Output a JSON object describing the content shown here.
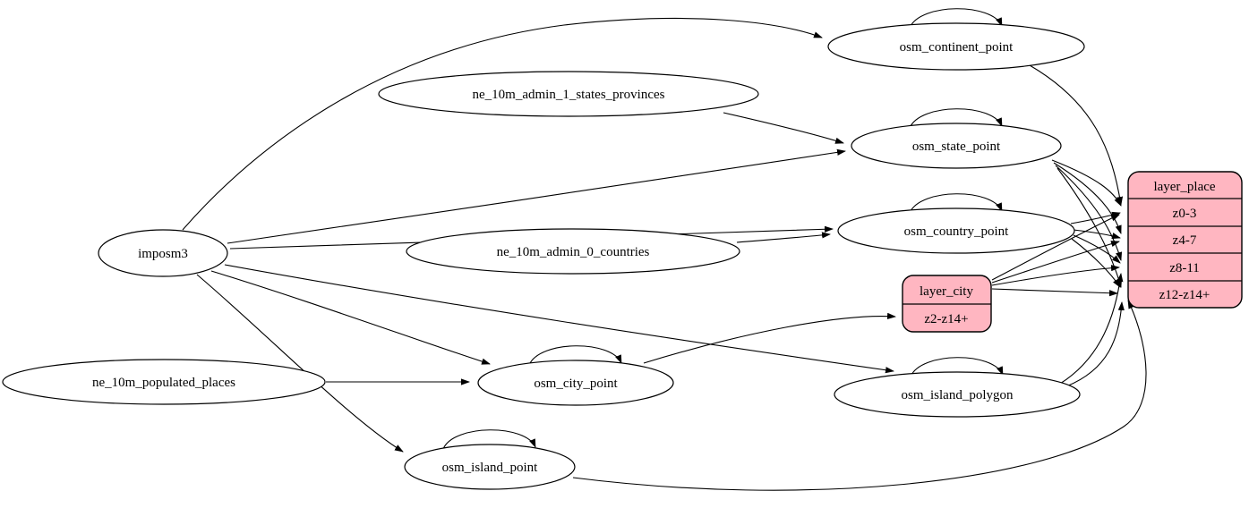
{
  "diagram": {
    "kind": "etl-graph",
    "direction": "left-to-right"
  },
  "colors": {
    "background": "#ffffff",
    "node_fill": "#ffffff",
    "node_border": "#000000",
    "record_fill": "#ffb6c1",
    "edge": "#000000"
  },
  "nodes": {
    "imposm3": {
      "label": "imposm3"
    },
    "ne_10m_admin_1_states_provinces": {
      "label": "ne_10m_admin_1_states_provinces"
    },
    "ne_10m_admin_0_countries": {
      "label": "ne_10m_admin_0_countries"
    },
    "ne_10m_populated_places": {
      "label": "ne_10m_populated_places"
    },
    "osm_continent_point": {
      "label": "osm_continent_point"
    },
    "osm_state_point": {
      "label": "osm_state_point"
    },
    "osm_country_point": {
      "label": "osm_country_point"
    },
    "osm_city_point": {
      "label": "osm_city_point"
    },
    "osm_island_polygon": {
      "label": "osm_island_polygon"
    },
    "osm_island_point": {
      "label": "osm_island_point"
    }
  },
  "records": {
    "layer_city": {
      "title": "layer_city",
      "rows": [
        "z2-z14+"
      ]
    },
    "layer_place": {
      "title": "layer_place",
      "rows": [
        "z0-3",
        "z4-7",
        "z8-11",
        "z12-z14+"
      ]
    }
  },
  "edges": [
    {
      "from": "imposm3",
      "to": "osm_continent_point"
    },
    {
      "from": "imposm3",
      "to": "osm_state_point"
    },
    {
      "from": "imposm3",
      "to": "osm_country_point"
    },
    {
      "from": "imposm3",
      "to": "osm_city_point"
    },
    {
      "from": "imposm3",
      "to": "osm_island_polygon"
    },
    {
      "from": "imposm3",
      "to": "osm_island_point"
    },
    {
      "from": "ne_10m_admin_1_states_provinces",
      "to": "osm_state_point"
    },
    {
      "from": "ne_10m_admin_0_countries",
      "to": "osm_country_point"
    },
    {
      "from": "ne_10m_populated_places",
      "to": "osm_city_point"
    },
    {
      "from": "osm_continent_point",
      "to": "osm_continent_point"
    },
    {
      "from": "osm_state_point",
      "to": "osm_state_point"
    },
    {
      "from": "osm_country_point",
      "to": "osm_country_point"
    },
    {
      "from": "osm_city_point",
      "to": "osm_city_point"
    },
    {
      "from": "osm_island_polygon",
      "to": "osm_island_polygon"
    },
    {
      "from": "osm_island_point",
      "to": "osm_island_point"
    },
    {
      "from": "osm_city_point",
      "to": "layer_city:z2-z14+"
    },
    {
      "from": "osm_continent_point",
      "to": "layer_place:z0-3"
    },
    {
      "from": "osm_state_point",
      "to": "layer_place:z0-3"
    },
    {
      "from": "osm_state_point",
      "to": "layer_place:z4-7"
    },
    {
      "from": "osm_state_point",
      "to": "layer_place:z8-11"
    },
    {
      "from": "osm_state_point",
      "to": "layer_place:z12-z14+"
    },
    {
      "from": "osm_country_point",
      "to": "layer_place:z0-3"
    },
    {
      "from": "osm_country_point",
      "to": "layer_place:z4-7"
    },
    {
      "from": "osm_country_point",
      "to": "layer_place:z8-11"
    },
    {
      "from": "osm_country_point",
      "to": "layer_place:z12-z14+"
    },
    {
      "from": "layer_city",
      "to": "layer_place:z0-3"
    },
    {
      "from": "layer_city",
      "to": "layer_place:z4-7"
    },
    {
      "from": "layer_city",
      "to": "layer_place:z8-11"
    },
    {
      "from": "layer_city",
      "to": "layer_place:z12-z14+"
    },
    {
      "from": "osm_island_polygon",
      "to": "layer_place:z8-11"
    },
    {
      "from": "osm_island_polygon",
      "to": "layer_place:z12-z14+"
    },
    {
      "from": "osm_island_point",
      "to": "layer_place:z12-z14+"
    }
  ]
}
